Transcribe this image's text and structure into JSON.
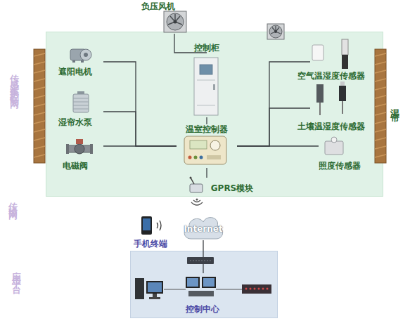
{
  "diagram": {
    "nodes": [
      {
        "text": [
          "负压风机"
        ]
      },
      {
        "text": [
          "传感采集控制网"
        ]
      },
      {
        "text": [
          "控制柜"
        ],
        "in": 1
      },
      {
        "text": [
          "遮阳电机"
        ],
        "in": 1
      },
      {
        "text": [
          "湿帘水泵"
        ],
        "in": 1
      },
      {
        "text": [
          "电磁阀"
        ],
        "in": 1
      },
      {
        "text": [
          "温室控制器"
        ],
        "in": 1
      },
      {
        "text": [
          "空气温湿度传感器"
        ],
        "in": 1
      },
      {
        "text": [
          "土壤温湿度传感器"
        ],
        "in": 1
      },
      {
        "text": [
          "照度传感器"
        ],
        "in": 1
      },
      {
        "text": [
          "GPRS模块"
        ],
        "in": 1
      },
      {
        "text": [
          "Internet"
        ]
      },
      {
        "text": [
          "手机终端"
        ]
      },
      {
        "text": [
          "应用平台"
        ]
      },
      {
        "text": [
          "控制中心"
        ],
        "in": 13
      }
    ],
    "edges": [
      {
        "from": 2,
        "to": 0,
        "arrow": "none"
      },
      {
        "from": 2,
        "to": 6,
        "arrow": "none"
      },
      {
        "from": 6,
        "to": 3,
        "arrow": "none"
      },
      {
        "from": 6,
        "to": 4,
        "arrow": "none"
      },
      {
        "from": 6,
        "to": 5,
        "arrow": "none"
      },
      {
        "from": 6,
        "to": 7,
        "arrow": "none"
      },
      {
        "from": 6,
        "to": 8,
        "arrow": "none"
      },
      {
        "from": 6,
        "to": 9,
        "arrow": "none"
      },
      {
        "from": 6,
        "to": 10,
        "arrow": "none"
      },
      {
        "from": 11,
        "to": 14,
        "arrow": "none"
      }
    ],
    "labels": [
      "湿帘",
      "传输网"
    ]
  }
}
